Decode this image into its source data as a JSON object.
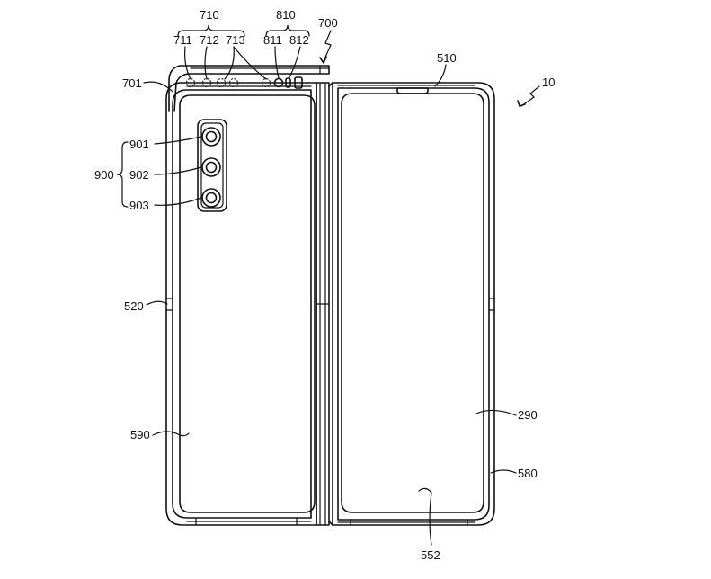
{
  "labels": {
    "r710": "710",
    "r711": "711",
    "r712": "712",
    "r713": "713",
    "r810": "810",
    "r811": "811",
    "r812": "812",
    "r700": "700",
    "r701": "701",
    "r510": "510",
    "r10": "10",
    "r900": "900",
    "r901": "901",
    "r902": "902",
    "r903": "903",
    "r520": "520",
    "r590": "590",
    "r290": "290",
    "r580": "580",
    "r552": "552"
  }
}
